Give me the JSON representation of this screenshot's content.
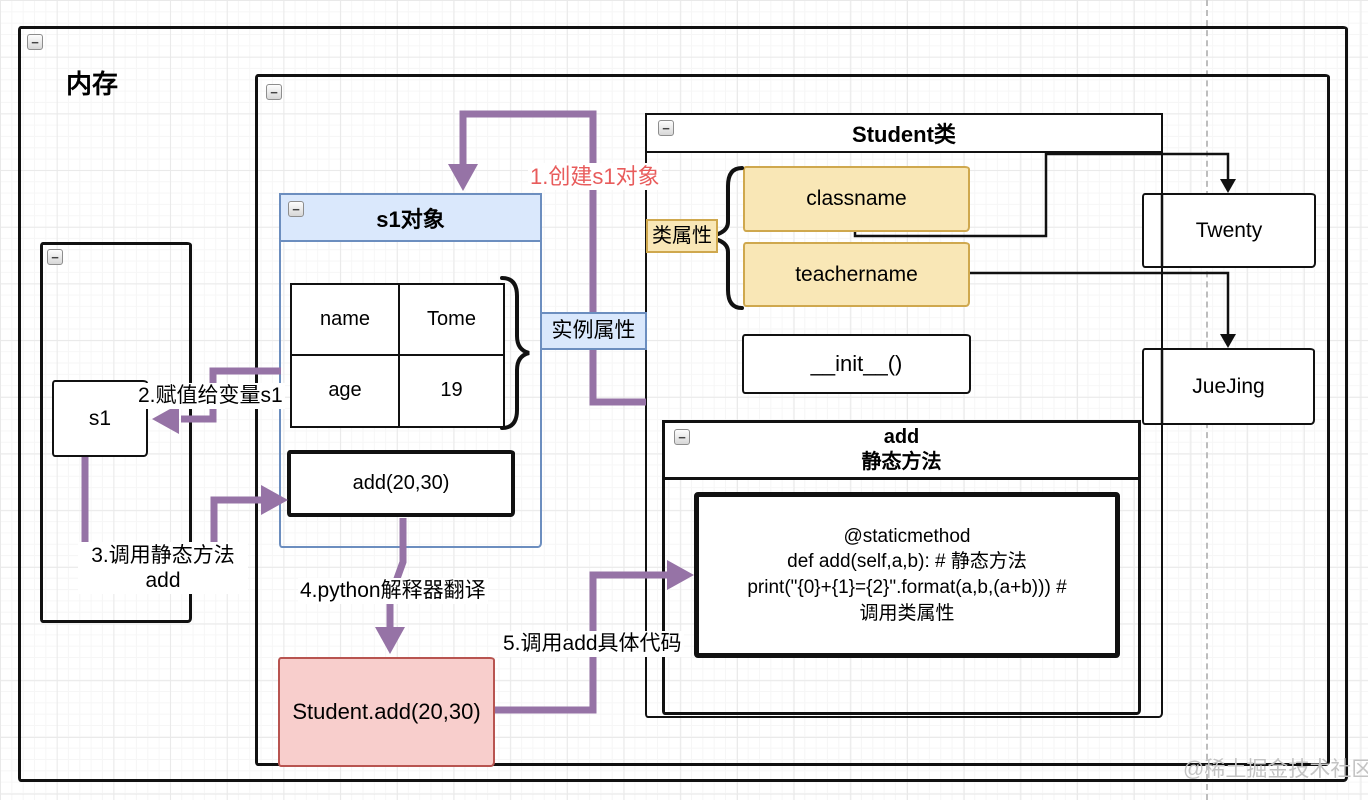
{
  "frames": {
    "memory_title": "内存",
    "s1_object_title": "s1对象",
    "student_class_title": "Student类",
    "add_method_title_line1": "add",
    "add_method_title_line2": "静态方法"
  },
  "variable_box": {
    "label": "s1"
  },
  "s1_object": {
    "table": {
      "rows": [
        {
          "key": "name",
          "value": "Tome"
        },
        {
          "key": "age",
          "value": "19"
        }
      ]
    },
    "method_call": "add(20,30)",
    "instance_attr_label": "实例属性"
  },
  "student_class": {
    "class_attr_label": "类属性",
    "attributes": [
      "classname",
      "teachername"
    ],
    "init_method": "__init__()",
    "classname_value": "Twenty",
    "teachername_value": "JueJing"
  },
  "code_box": {
    "lines": [
      "@staticmethod",
      "def add(self,a,b):  # 静态方法",
      "print(\"{0}+{1}={2}\".format(a,b,(a+b)))  #",
      "调用类属性"
    ]
  },
  "translated_call": {
    "label": "Student.add(20,30)"
  },
  "steps": {
    "step1": "1.创建s1对象",
    "step2": "2.赋值给变量s1",
    "step3_line1": "3.调用静态方法",
    "step3_line2": "add",
    "step4": "4.python解释器翻译",
    "step5": "5.调用add具体代码"
  },
  "watermark": "@稀土掘金技术社区",
  "icons": {
    "collapse_glyph": "−"
  },
  "colors": {
    "arrow_purple": "#9673a6",
    "step1_red": "#e85c5c",
    "blue_fill": "#dae8fc",
    "blue_border": "#6c8ebf",
    "yellow_fill": "#f9e7b6",
    "yellow_border": "#cfa84e",
    "pink_fill": "#f8cecc",
    "pink_border": "#b85450"
  }
}
